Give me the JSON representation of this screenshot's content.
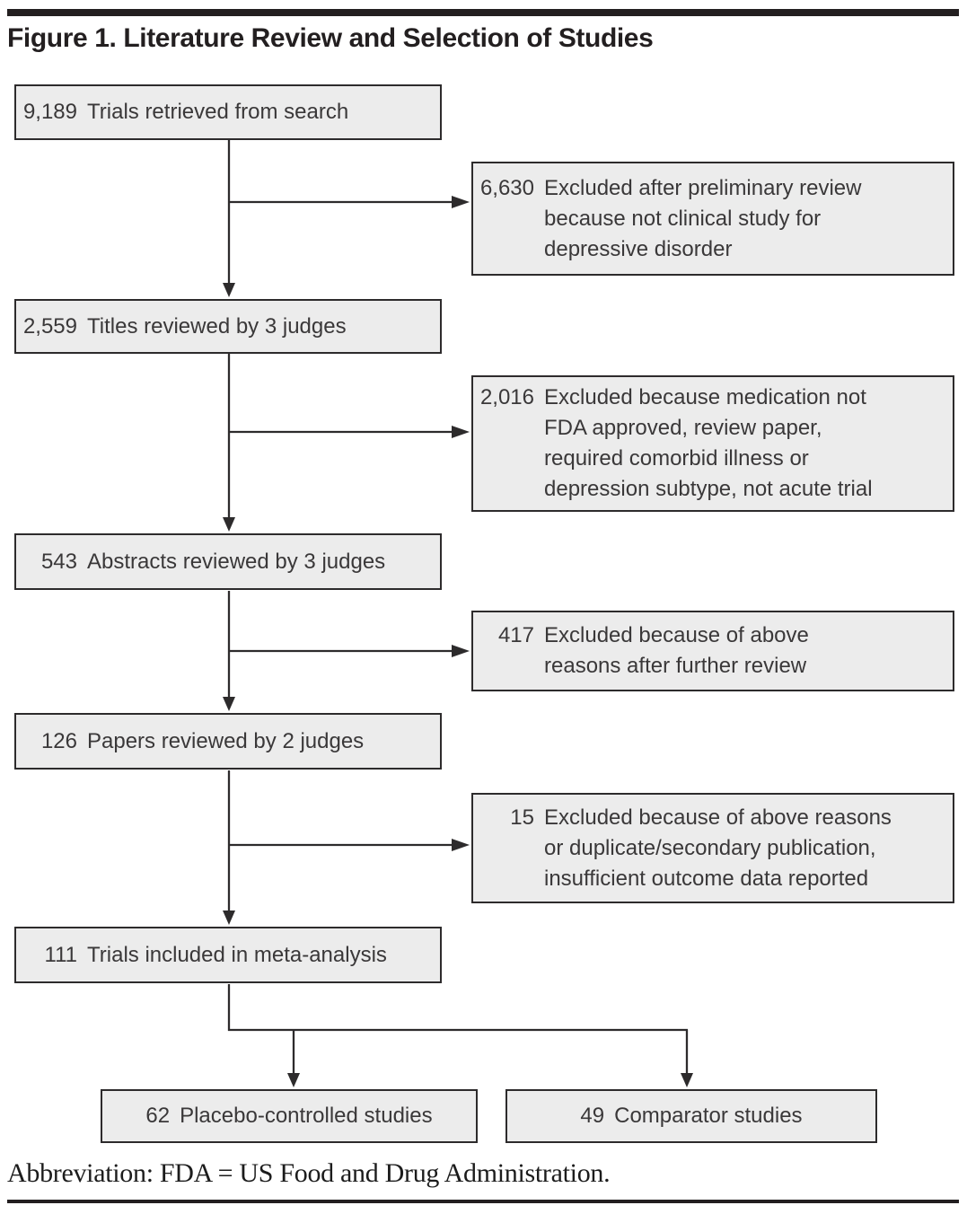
{
  "title": "Figure 1. Literature Review and Selection of Studies",
  "flow": {
    "main_boxes": [
      {
        "count": "9,189",
        "label": "Trials retrieved from search"
      },
      {
        "count": "2,559",
        "label": "Titles reviewed by 3 judges"
      },
      {
        "count": "543",
        "label": "Abstracts reviewed by 3 judges"
      },
      {
        "count": "126",
        "label": "Papers reviewed by 2 judges"
      },
      {
        "count": "111",
        "label": "Trials included in meta-analysis"
      }
    ],
    "exclusion_boxes": [
      {
        "count": "6,630",
        "label": "Excluded after preliminary review\nbecause not clinical study for\ndepressive disorder"
      },
      {
        "count": "2,016",
        "label": "Excluded because medication not\nFDA approved, review paper,\nrequired comorbid illness or\ndepression subtype, not acute trial"
      },
      {
        "count": "417",
        "label": "Excluded because of above\nreasons after further review"
      },
      {
        "count": "15",
        "label": "Excluded because of above reasons\nor duplicate/secondary publication,\ninsufficient outcome data reported"
      }
    ],
    "outcome_boxes": [
      {
        "count": "62",
        "label": "Placebo-controlled studies"
      },
      {
        "count": "49",
        "label": "Comparator studies"
      }
    ]
  },
  "footnote": "Abbreviation: FDA = US Food and Drug Administration.",
  "colors": {
    "box_fill": "#ececec",
    "box_border": "#2d2b2c",
    "line": "#2d2b2c",
    "rule": "#231f20",
    "text": "#3a3839"
  }
}
